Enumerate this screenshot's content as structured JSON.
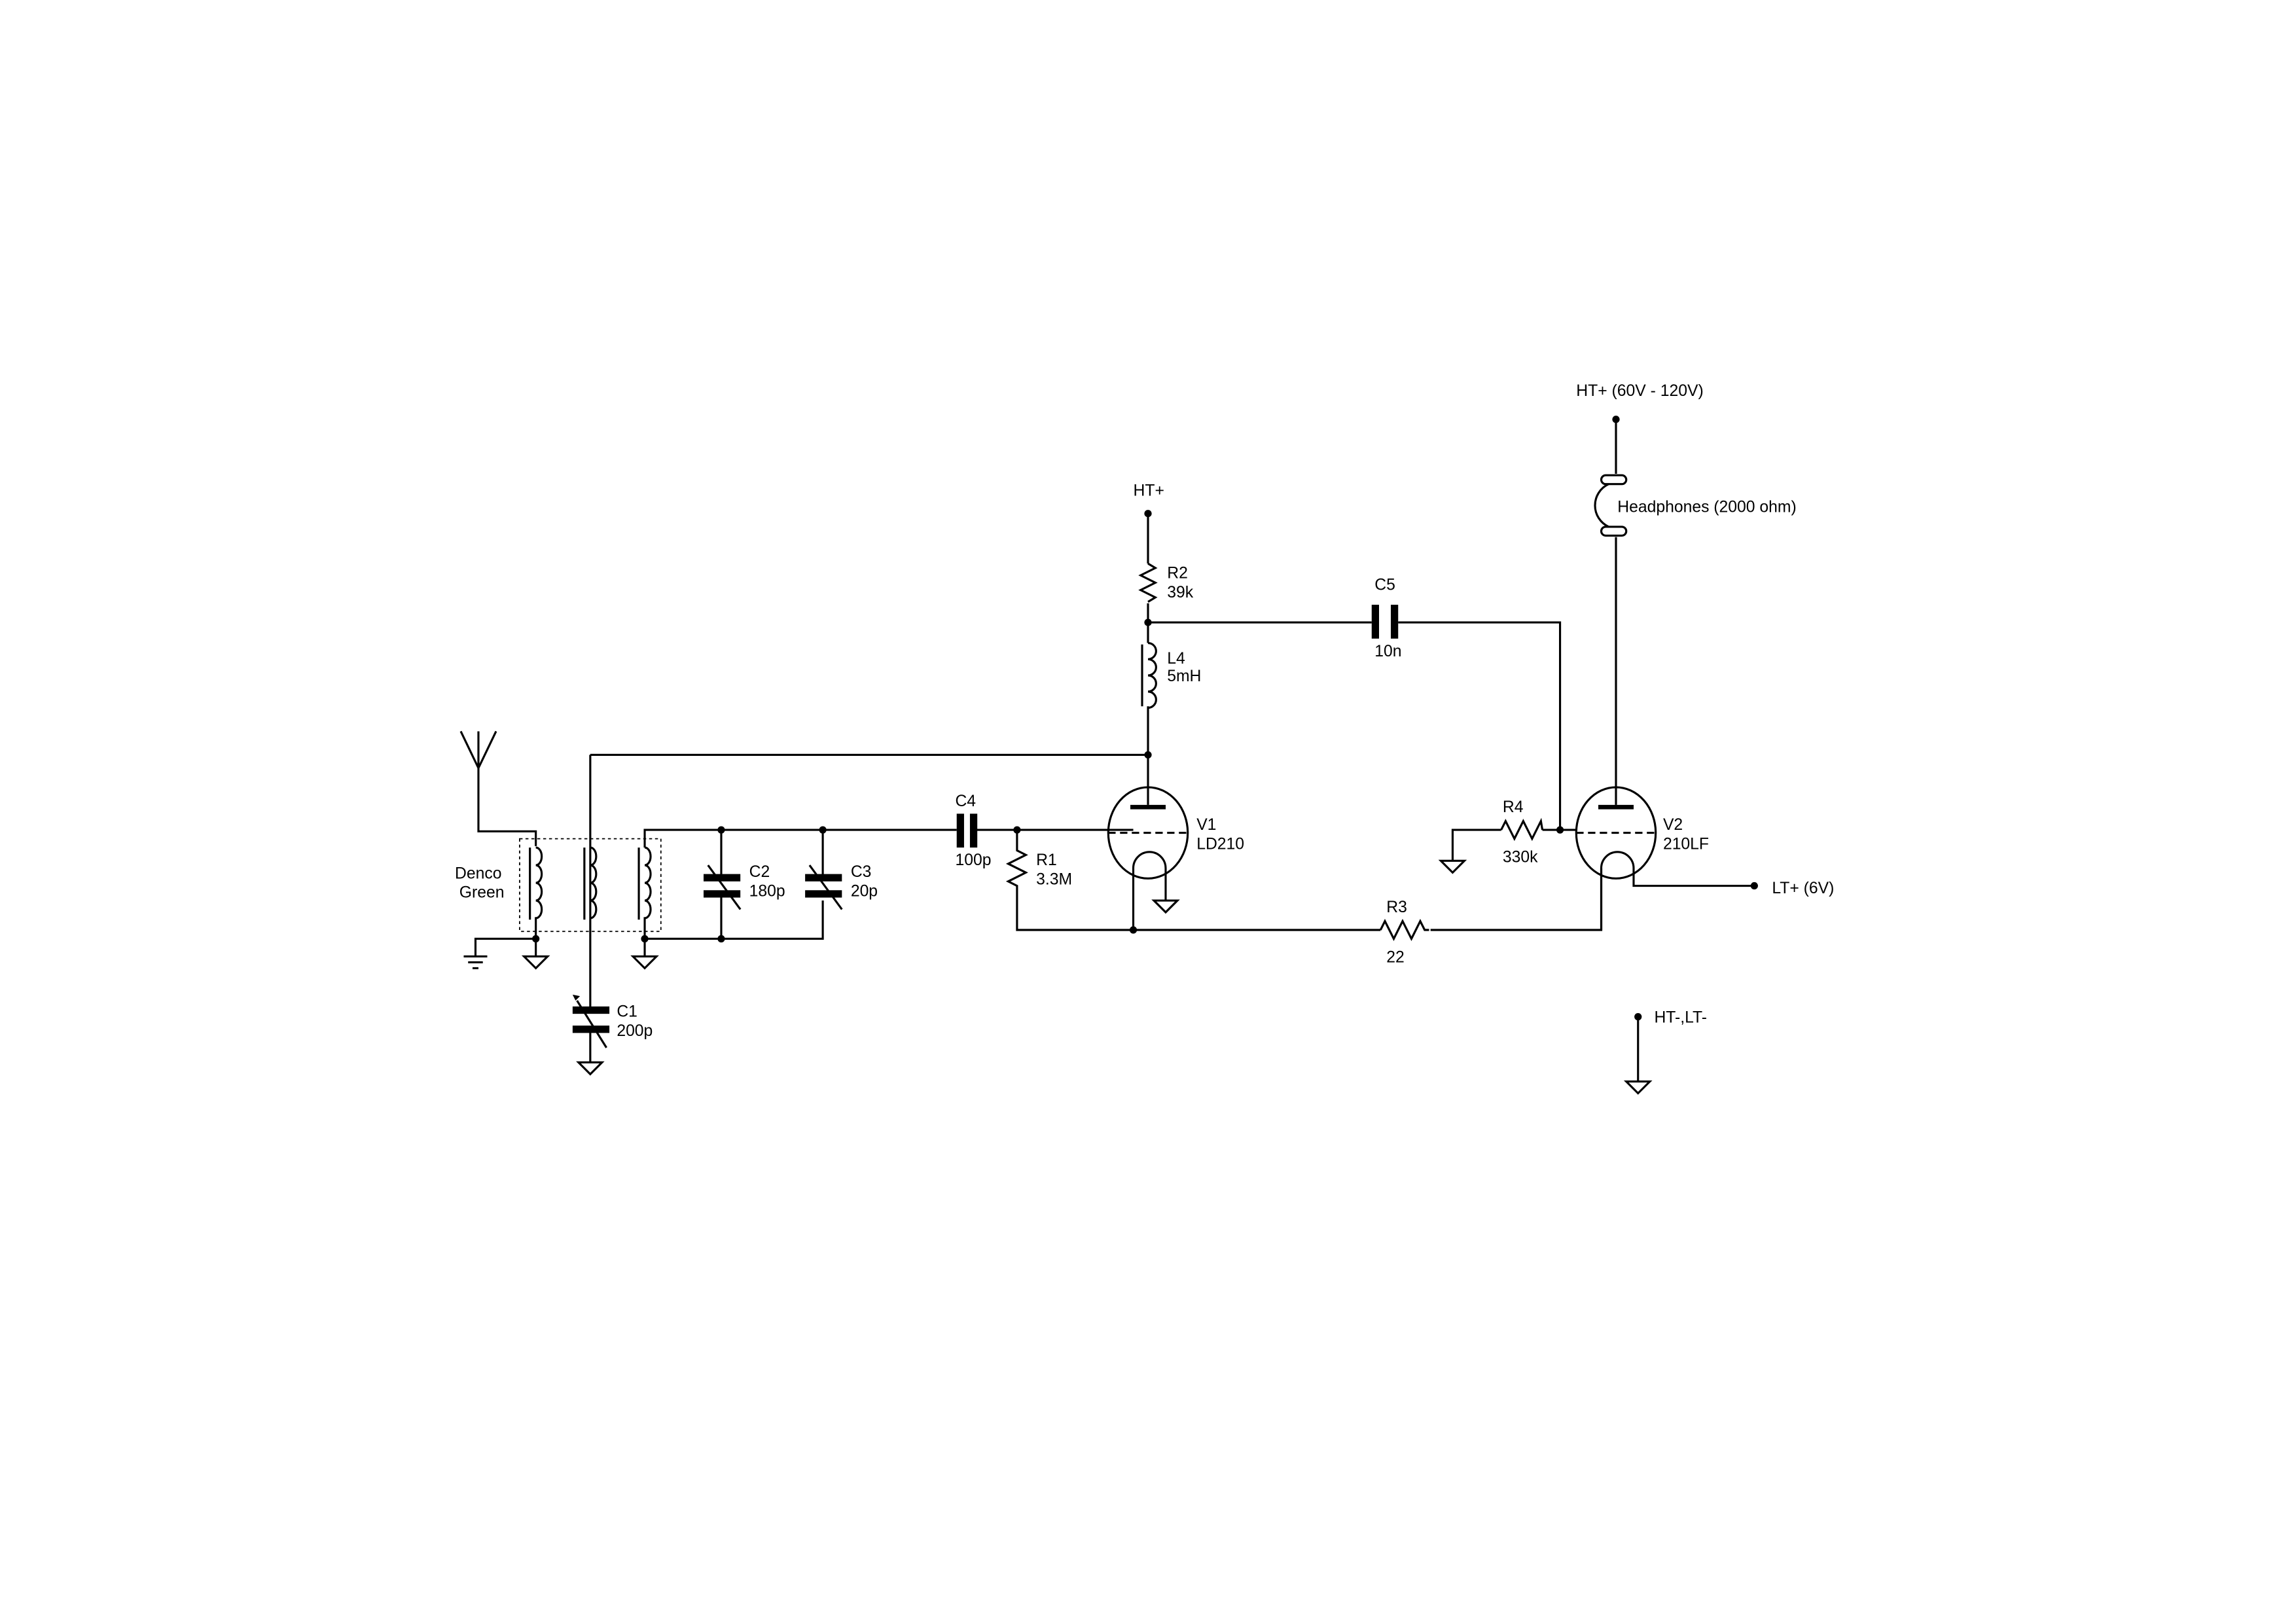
{
  "components": {
    "transformer": {
      "line1": "Denco",
      "line2": "Green"
    },
    "C1": {
      "ref": "C1",
      "value": "200p"
    },
    "C2": {
      "ref": "C2",
      "value": "180p"
    },
    "C3": {
      "ref": "C3",
      "value": "20p"
    },
    "C4": {
      "ref": "C4",
      "value": "100p"
    },
    "C5": {
      "ref": "C5",
      "value": "10n"
    },
    "R1": {
      "ref": "R1",
      "value": "3.3M"
    },
    "R2": {
      "ref": "R2",
      "value": "39k"
    },
    "R3": {
      "ref": "R3",
      "value": "22"
    },
    "R4": {
      "ref": "R4",
      "value": "330k"
    },
    "L4": {
      "ref": "L4",
      "value": "5mH"
    },
    "V1": {
      "ref": "V1",
      "value": "LD210"
    },
    "V2": {
      "ref": "V2",
      "value": "210LF"
    },
    "headphones": {
      "label": "Headphones (2000 ohm)"
    }
  },
  "terminals": {
    "ht_v1": "HT+",
    "ht_v2": "HT+ (60V - 120V)",
    "lt": "LT+ (6V)",
    "gnd": "HT-,LT-"
  }
}
